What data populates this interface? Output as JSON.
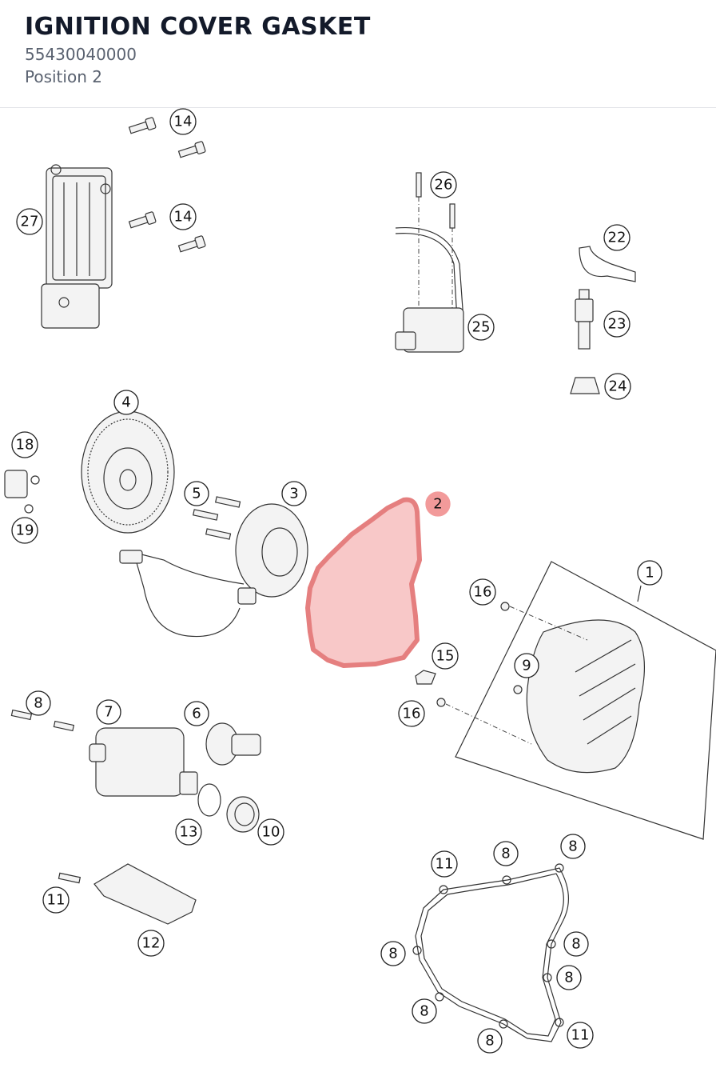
{
  "header": {
    "title": "IGNITION COVER GASKET",
    "part_number": "55430040000",
    "position": "Position 2"
  },
  "diagram": {
    "highlight_color": "#f29a9a",
    "callouts": {
      "c1": "1",
      "c2": "2",
      "c3": "3",
      "c4": "4",
      "c5": "5",
      "c6": "6",
      "c7": "7",
      "c8a": "8",
      "c8b": "8",
      "c8c": "8",
      "c8d": "8",
      "c8e": "8",
      "c8f": "8",
      "c8g": "8",
      "c8h": "8",
      "c9": "9",
      "c10": "10",
      "c11a": "11",
      "c11b": "11",
      "c11c": "11",
      "c12": "12",
      "c13": "13",
      "c14a": "14",
      "c14b": "14",
      "c15": "15",
      "c16a": "16",
      "c16b": "16",
      "c18": "18",
      "c19": "19",
      "c22": "22",
      "c23": "23",
      "c24": "24",
      "c25": "25",
      "c26": "26",
      "c27": "27"
    }
  }
}
